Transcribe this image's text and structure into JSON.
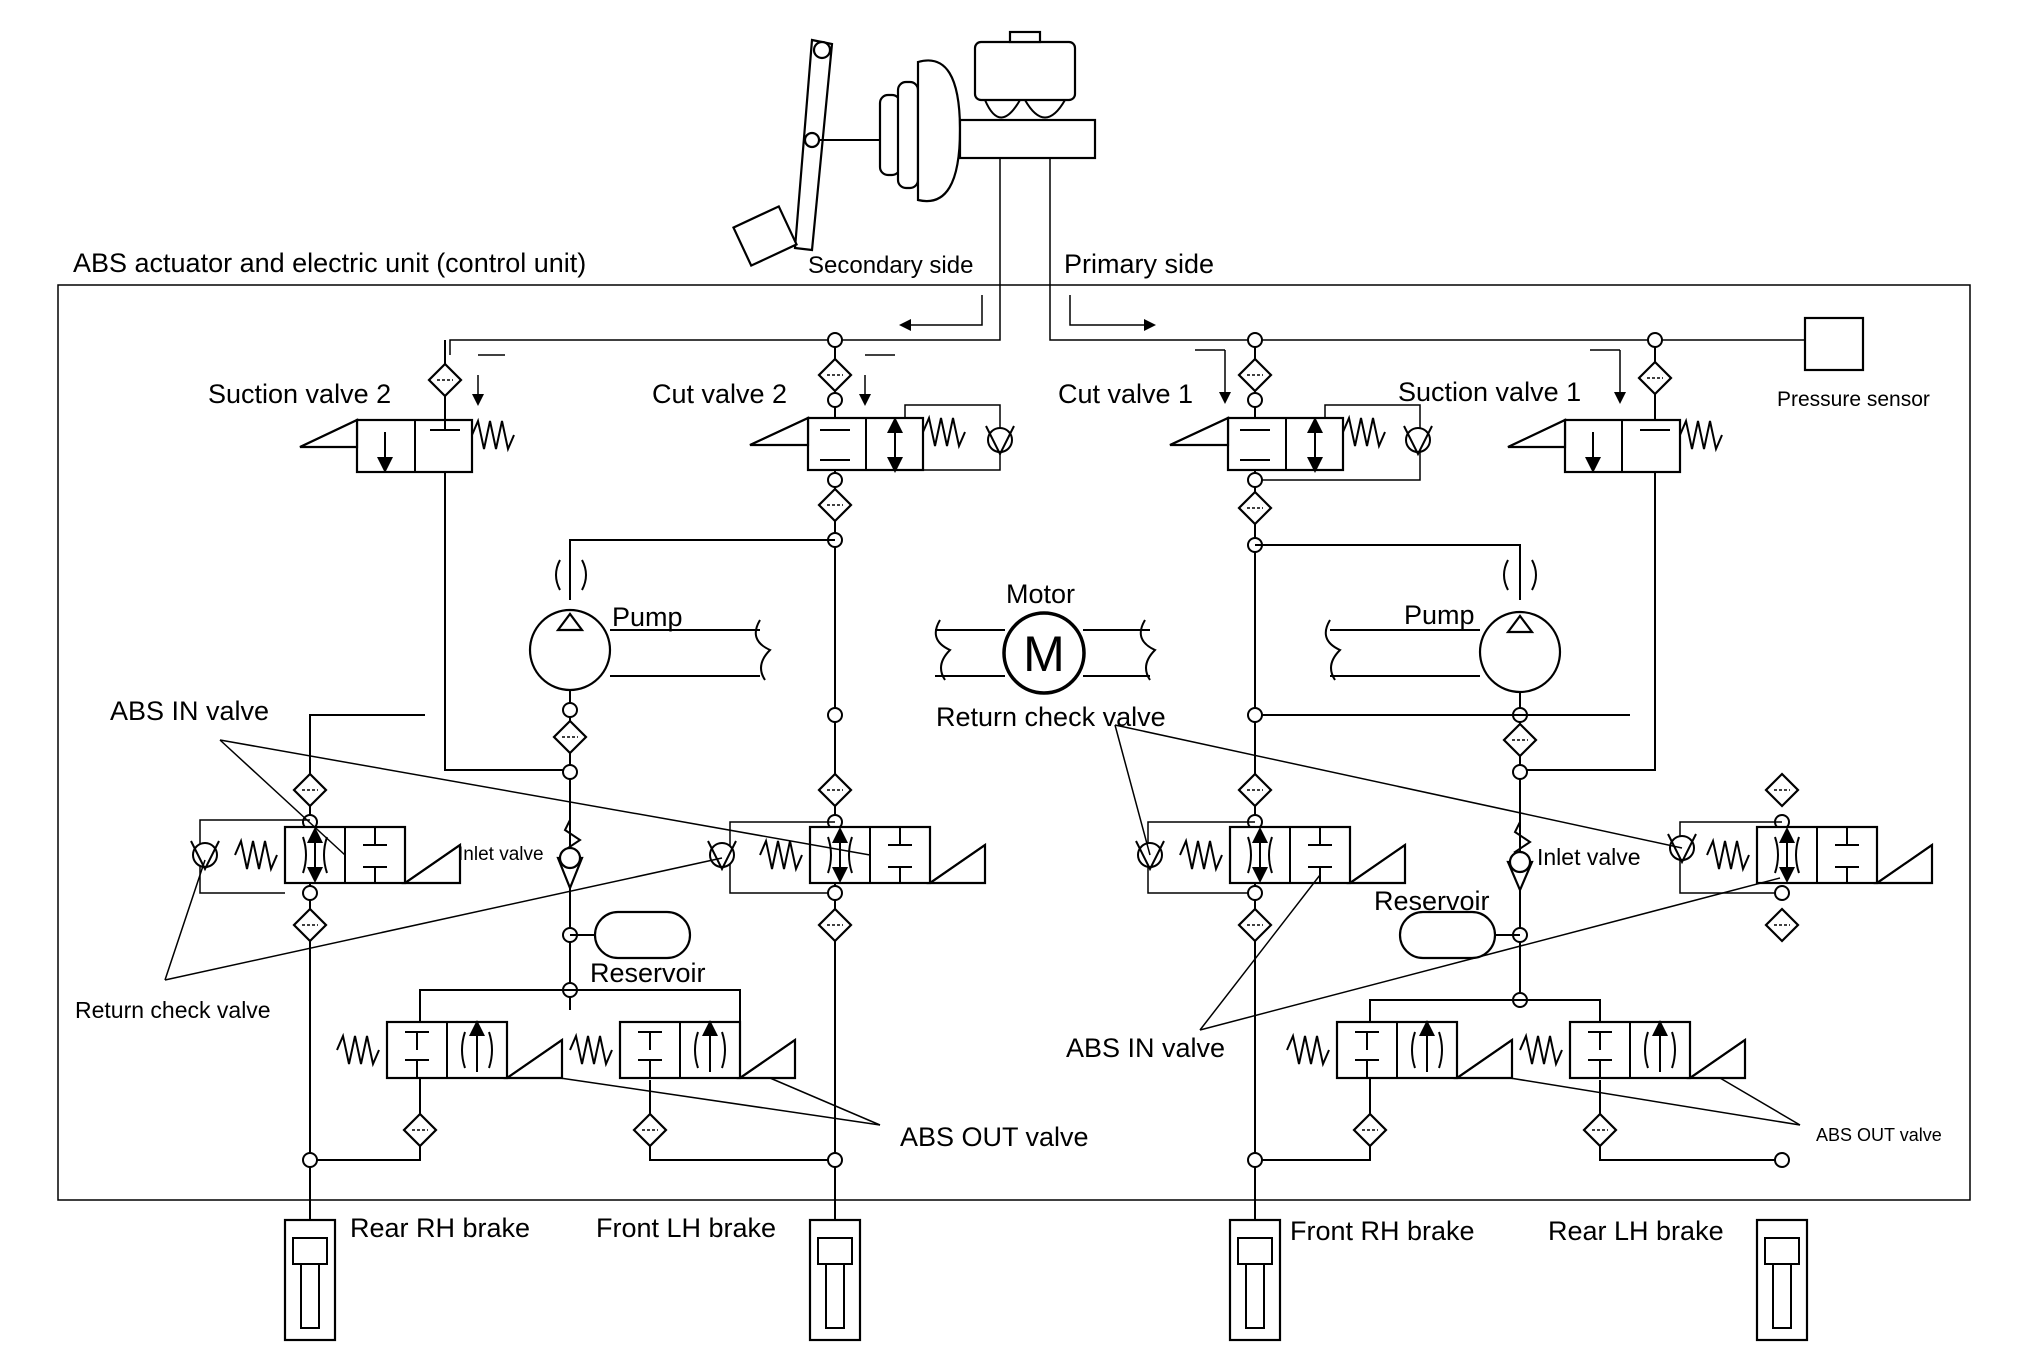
{
  "unit_label": "ABS actuator and electric unit (control unit)",
  "sides": {
    "secondary": "Secondary side",
    "primary": "Primary side"
  },
  "components": {
    "suction_valve_2": "Suction valve 2",
    "cut_valve_2": "Cut valve 2",
    "cut_valve_1": "Cut valve 1",
    "suction_valve_1": "Suction valve 1",
    "pressure_sensor": "Pressure sensor",
    "motor": "Motor",
    "motor_symbol": "M",
    "pump_left": "Pump",
    "pump_right": "Pump",
    "abs_in_valve_left": "ABS IN valve",
    "abs_in_valve_right": "ABS IN valve",
    "inlet_valve_left": "Inlet valve",
    "inlet_valve_right": "Inlet valve",
    "reservoir_left": "Reservoir",
    "reservoir_right": "Reservoir",
    "return_check_valve_left": "Return check valve",
    "return_check_valve_center": "Return check valve",
    "abs_out_valve_left": "ABS OUT valve",
    "abs_out_valve_right": "ABS OUT valve"
  },
  "brakes": {
    "rear_rh": "Rear RH brake",
    "front_lh": "Front LH brake",
    "front_rh": "Front RH brake",
    "rear_lh": "Rear LH brake"
  }
}
